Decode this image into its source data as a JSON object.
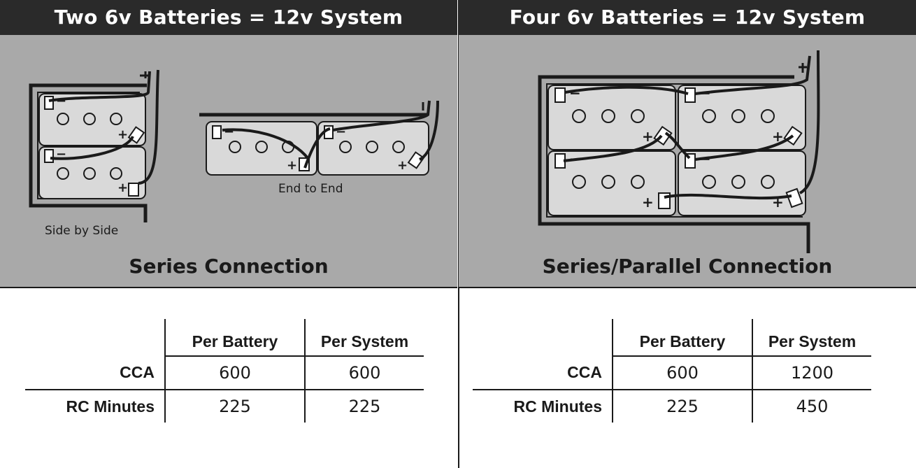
{
  "left": {
    "header": "Two 6v Batteries = 12v System",
    "title": "Series Connection",
    "captions": {
      "side": "Side by Side",
      "end": "End to End"
    },
    "table": {
      "columns": [
        "Per Battery",
        "Per System"
      ],
      "rows": [
        {
          "label": "CCA",
          "values": [
            "600",
            "600"
          ]
        },
        {
          "label": "RC Minutes",
          "values": [
            "225",
            "225"
          ]
        }
      ]
    }
  },
  "right": {
    "header": "Four 6v Batteries = 12v System",
    "title": "Series/Parallel Connection",
    "table": {
      "columns": [
        "Per Battery",
        "Per System"
      ],
      "rows": [
        {
          "label": "CCA",
          "values": [
            "600",
            "1200"
          ]
        },
        {
          "label": "RC Minutes",
          "values": [
            "225",
            "450"
          ]
        }
      ]
    }
  },
  "glyphs": {
    "minus": "−",
    "plus": "+"
  },
  "colors": {
    "header_bg": "#2a2a2a",
    "diagram_bg": "#a9a9a9",
    "battery_fill": "#d9d9d9",
    "ink": "#1a1a1a"
  }
}
